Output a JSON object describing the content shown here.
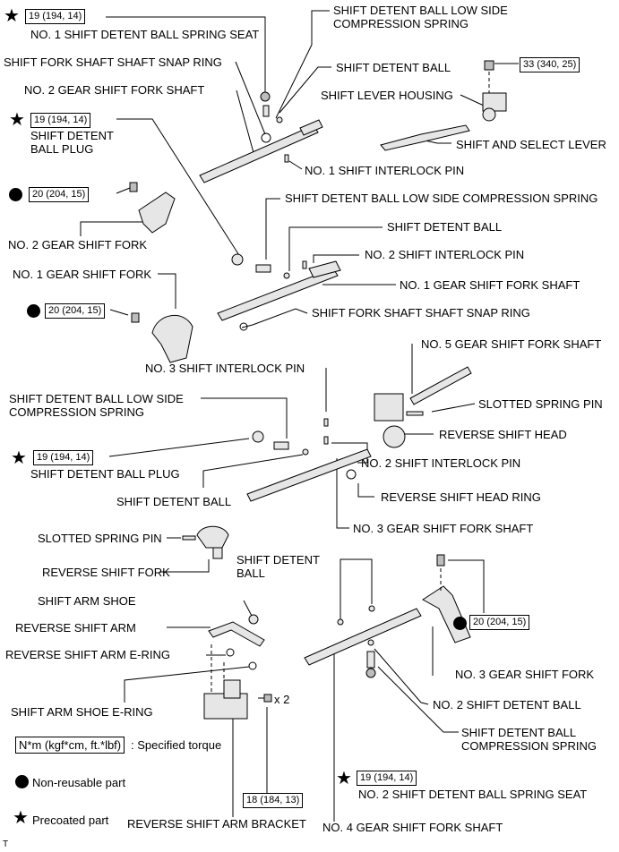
{
  "labels": {
    "shift_detent_ball_low_side_compression_spring_top": "SHIFT DETENT BALL LOW SIDE\nCOMPRESSION SPRING",
    "no1_shift_detent_ball_spring_seat": "NO. 1 SHIFT DETENT BALL SPRING SEAT",
    "shift_fork_shaft_shaft_snap_ring_top": "SHIFT FORK SHAFT SHAFT SNAP RING",
    "shift_detent_ball_top": "SHIFT DETENT BALL",
    "no2_gear_shift_fork_shaft": "NO. 2 GEAR SHIFT FORK SHAFT",
    "shift_lever_housing": "SHIFT LEVER HOUSING",
    "shift_detent_ball_plug_top": "SHIFT DETENT\nBALL PLUG",
    "shift_and_select_lever": "SHIFT AND SELECT LEVER",
    "no1_shift_interlock_pin": "NO. 1 SHIFT INTERLOCK PIN",
    "shift_detent_ball_low_side_compression_spring_mid": "SHIFT DETENT BALL LOW SIDE COMPRESSION SPRING",
    "shift_detent_ball_mid": "SHIFT DETENT BALL",
    "no2_gear_shift_fork": "NO. 2 GEAR SHIFT FORK",
    "no2_shift_interlock_pin_mid": "NO. 2 SHIFT INTERLOCK PIN",
    "no1_gear_shift_fork": "NO. 1 GEAR SHIFT FORK",
    "no1_gear_shift_fork_shaft": "NO. 1 GEAR SHIFT FORK SHAFT",
    "shift_fork_shaft_shaft_snap_ring_mid": "SHIFT FORK SHAFT SHAFT SNAP RING",
    "no5_gear_shift_fork_shaft": "NO. 5 GEAR SHIFT FORK SHAFT",
    "no3_shift_interlock_pin": "NO. 3 SHIFT INTERLOCK PIN",
    "shift_detent_ball_low_side_compression_spring_low": "SHIFT DETENT BALL LOW SIDE\nCOMPRESSION SPRING",
    "slotted_spring_pin_right": "SLOTTED SPRING PIN",
    "reverse_shift_head": "REVERSE SHIFT HEAD",
    "shift_detent_ball_plug_low": "SHIFT DETENT BALL PLUG",
    "no2_shift_interlock_pin_low": "NO. 2 SHIFT INTERLOCK PIN",
    "shift_detent_ball_low": "SHIFT DETENT BALL",
    "reverse_shift_head_ring": "REVERSE SHIFT HEAD RING",
    "no3_gear_shift_fork_shaft": "NO. 3 GEAR SHIFT FORK SHAFT",
    "slotted_spring_pin_left": "SLOTTED SPRING PIN",
    "shift_detent_ball_bottom": "SHIFT DETENT\nBALL",
    "reverse_shift_fork": "REVERSE SHIFT FORK",
    "shift_arm_shoe": "SHIFT ARM SHOE",
    "reverse_shift_arm": "REVERSE SHIFT ARM",
    "no3_gear_shift_fork": "NO. 3 GEAR SHIFT FORK",
    "reverse_shift_arm_e_ring": "REVERSE SHIFT ARM E-RING",
    "no2_shift_detent_ball": "NO. 2 SHIFT DETENT BALL",
    "shift_arm_shoe_e_ring": "SHIFT ARM SHOE E-RING",
    "shift_detent_ball_compression_spring": "SHIFT DETENT BALL\nCOMPRESSION SPRING",
    "x2": "x 2",
    "no2_shift_detent_ball_spring_seat": "NO. 2 SHIFT DETENT BALL SPRING SEAT",
    "reverse_shift_arm_bracket": "REVERSE SHIFT ARM BRACKET",
    "no4_gear_shift_fork_shaft": "NO. 4 GEAR SHIFT FORK SHAFT"
  },
  "torques": {
    "t1": "19 (194, 14)",
    "t2": "33 (340, 25)",
    "t3": "19 (194, 14)",
    "t4": "20 (204, 15)",
    "t5": "20 (204, 15)",
    "t6": "19 (194, 14)",
    "t7": "20 (204, 15)",
    "t8": "19 (194, 14)",
    "t9": "18 (184, 13)"
  },
  "legend": {
    "torque_box": "N*m (kgf*cm, ft.*lbf)",
    "torque_desc": ": Specified torque",
    "non_reusable": "Non-reusable part",
    "precoated": "Precoated part"
  },
  "corner_mark": "T",
  "symbols": {
    "star": "★"
  }
}
